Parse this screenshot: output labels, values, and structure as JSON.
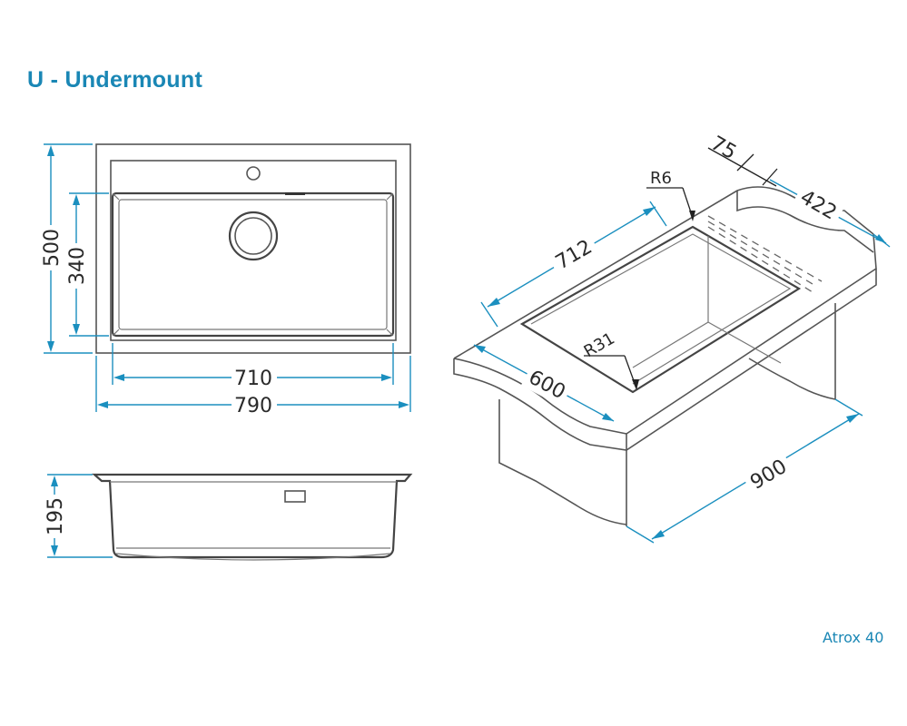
{
  "title": "U - Undermount",
  "model": "Atrox 40",
  "dimensions": {
    "top_height": "500",
    "bowl_height": "340",
    "bowl_width": "710",
    "overall_width": "790",
    "depth": "195",
    "length_712": "712",
    "width_600": "600",
    "offset_75": "75",
    "depth_422": "422",
    "cabinet_900": "900",
    "radius_r6": "R6",
    "radius_r31": "R31"
  },
  "colors": {
    "accent": "#1a87b5",
    "dimension_line": "#1b8fbf",
    "drawing_line": "#555555"
  }
}
